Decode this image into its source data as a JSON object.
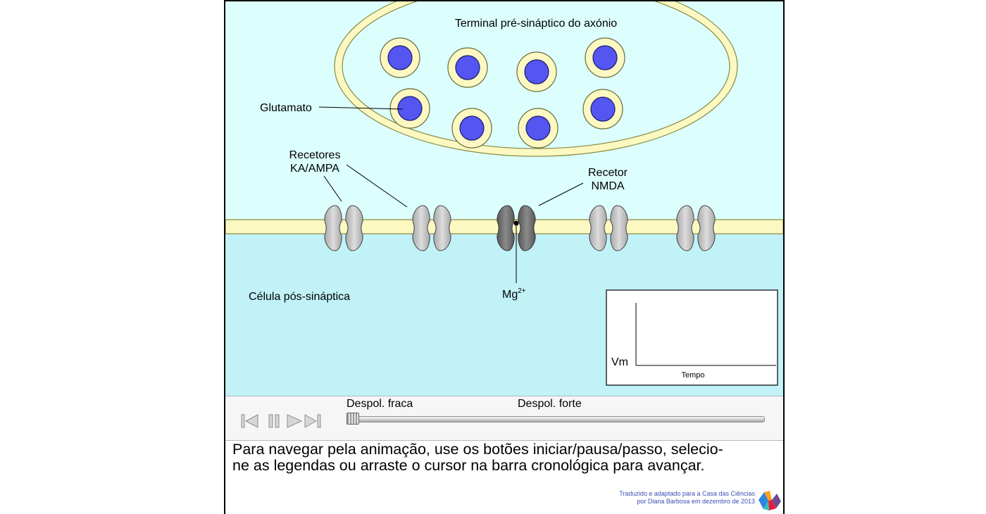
{
  "labels": {
    "terminal": "Terminal pré-sináptico do axónio",
    "glutamate": "Glutamato",
    "receptors_ka_ampa_line1": "Recetores",
    "receptors_ka_ampa_line2": "KA/AMPA",
    "receptor_nmda_line1": "Recetor",
    "receptor_nmda_line2": "NMDA",
    "postsynaptic_cell": "Célula pós-sináptica",
    "magnesium_base": "Mg",
    "magnesium_charge": "2+"
  },
  "graph": {
    "ylabel": "Vm",
    "xlabel": "Tempo"
  },
  "controls": {
    "caption_weak": "Despol. fraca",
    "caption_strong": "Despol. forte",
    "timeline_position": 0
  },
  "instructions": {
    "line1": "Para navegar pela animação, use os botões iniciar/pausa/passo, selecio-",
    "line2": "ne as legendas ou arraste o cursor na barra cronológica para avançar."
  },
  "credit": {
    "line1": "Traduzido e adaptado para a Casa das Ciências",
    "line2": "por Diana Barbosa em dezembro de 2013"
  },
  "colors": {
    "synaptic_cleft": "#dcfefd",
    "postsynaptic_cytoplasm": "#c0f2f8",
    "membrane": "#fbf8c2",
    "vesicle_core": "#5555f2",
    "ka_ampa_receptor": "#c2c2c2",
    "nmda_receptor": "#6b6b6b"
  }
}
